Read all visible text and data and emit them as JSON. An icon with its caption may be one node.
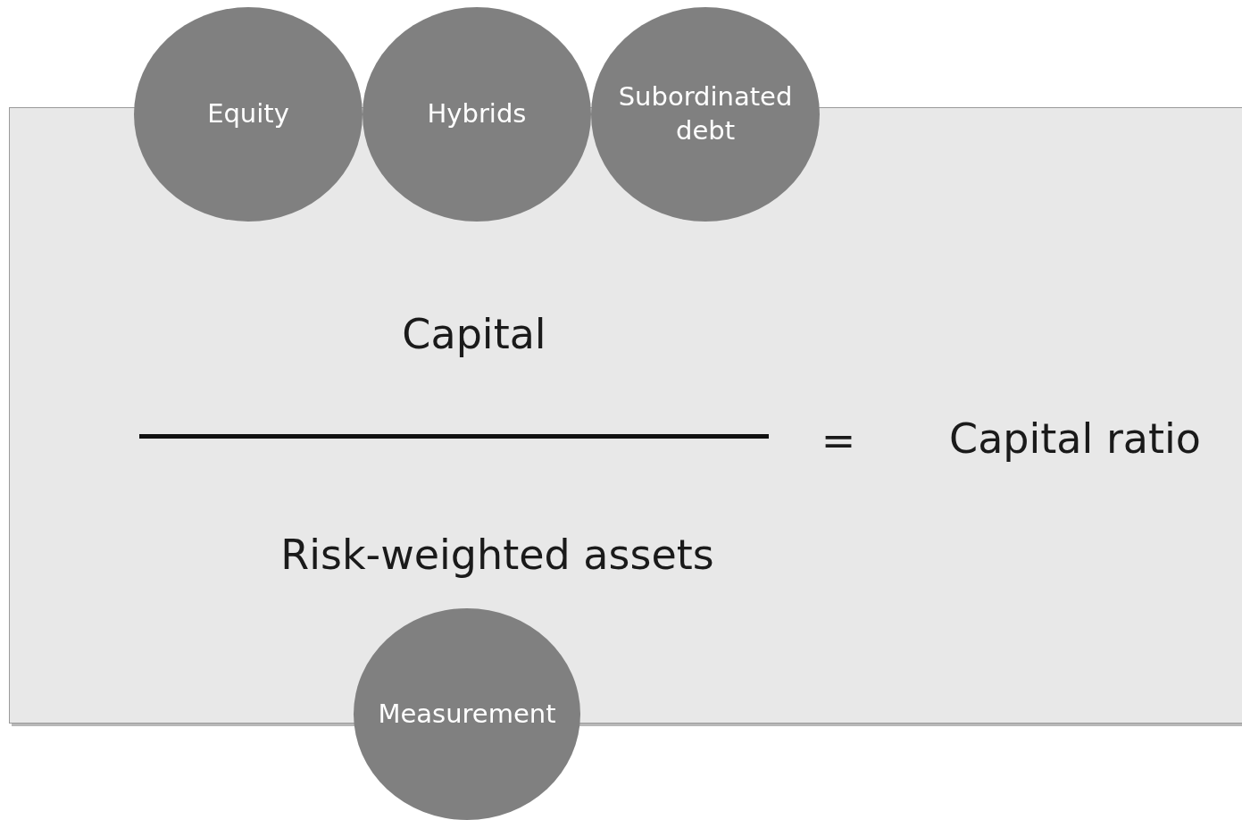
{
  "diagram": {
    "nodes": [
      {
        "text": [
          "Capital",
          "Risk-weighted assets",
          "=",
          "Capital ratio"
        ]
      },
      {
        "text": [
          "Equity"
        ]
      },
      {
        "text": [
          "Hybrids"
        ]
      },
      {
        "text": [
          "Subordinated debt"
        ]
      },
      {
        "text": [
          "Measurement"
        ]
      }
    ],
    "edges": []
  }
}
